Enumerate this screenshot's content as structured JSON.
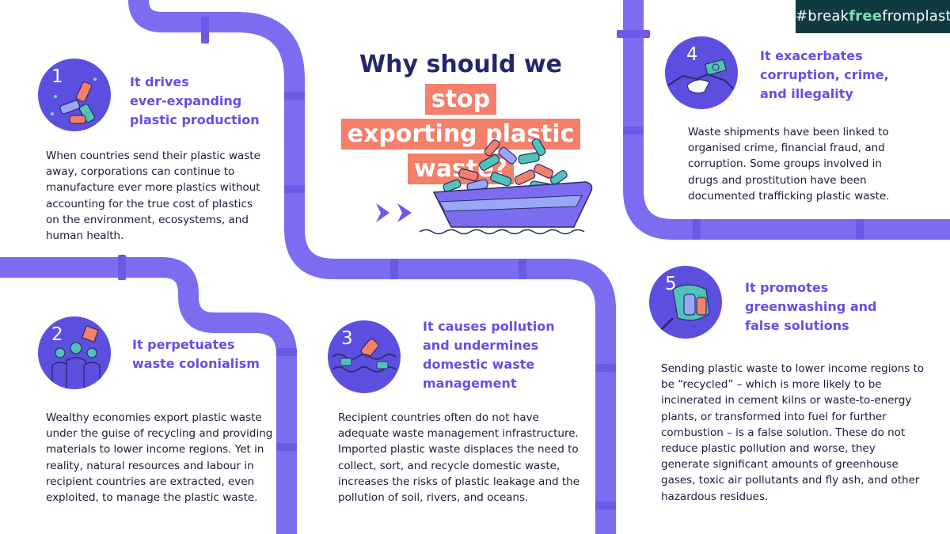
{
  "badge": {
    "pre": "#break",
    "mid": "free",
    "post": "fromplastic"
  },
  "title": {
    "line1_a": "Why should we",
    "line1_b": "stop",
    "line2": "exporting plastic",
    "line3": "waste?"
  },
  "sections": [
    {
      "number": "1",
      "heading": [
        "It drives",
        "ever-expanding",
        "plastic production"
      ],
      "body": [
        "When countries send their plastic waste",
        "away, corporations can continue to",
        "manufacture ever more plastics without",
        "accounting for the true cost of plastics",
        "on the environment, ecosystems, and",
        "human health."
      ]
    },
    {
      "number": "2",
      "heading": [
        "It perpetuates",
        "waste colonialism"
      ],
      "body": [
        "Wealthy economies export plastic waste",
        "under the guise of recycling and providing",
        "materials to lower income regions. Yet in",
        "reality, natural resources and labour in",
        "recipient countries are extracted, even",
        "exploited, to manage the plastic waste."
      ]
    },
    {
      "number": "3",
      "heading": [
        "It causes pollution",
        "and undermines",
        "domestic waste",
        "management"
      ],
      "body": [
        "Recipient countries often do not have",
        "adequate waste management infrastructure.",
        "Imported plastic waste displaces the need to",
        "collect, sort, and recycle domestic waste,",
        "increases the risks of plastic leakage and the",
        "pollution of soil, rivers, and oceans."
      ]
    },
    {
      "number": "4",
      "heading": [
        "It exacerbates",
        "corruption, crime,",
        "and illegality"
      ],
      "body": [
        "Waste shipments have been linked to",
        "organised crime, financial fraud, and",
        "corruption. Some groups involved in",
        "drugs and prostitution have been",
        "documented trafficking plastic waste."
      ]
    },
    {
      "number": "5",
      "heading": [
        "It promotes",
        "greenwashing and",
        "false solutions"
      ],
      "body": [
        "Sending plastic waste to lower income regions to",
        "be “recycled” –  which is more likely to be",
        "incinerated in cement kilns or waste-to-energy",
        "plants, or transformed into fuel for further",
        "combustion – is a false solution. These do not",
        "reduce plastic pollution and worse, they",
        "generate significant amounts of greenhouse",
        "gases, toxic air pollutants and fly ash, and other",
        "hazardous residues."
      ]
    }
  ],
  "colors": {
    "pipe": "#7b6cf0",
    "pipe_joint": "#6a5ae6",
    "circle": "#5c4fe0",
    "heading": "#6150e6",
    "highlight": "#f47f6a",
    "badge_bg": "#0f3a40",
    "badge_accent": "#7ee0b8"
  },
  "icons": [
    "plastic-bottles-icon",
    "people-icon",
    "polluted-water-icon",
    "handshake-money-icon",
    "spray-bottle-icon",
    "cargo-ship-illustration",
    "double-arrow-icon"
  ]
}
